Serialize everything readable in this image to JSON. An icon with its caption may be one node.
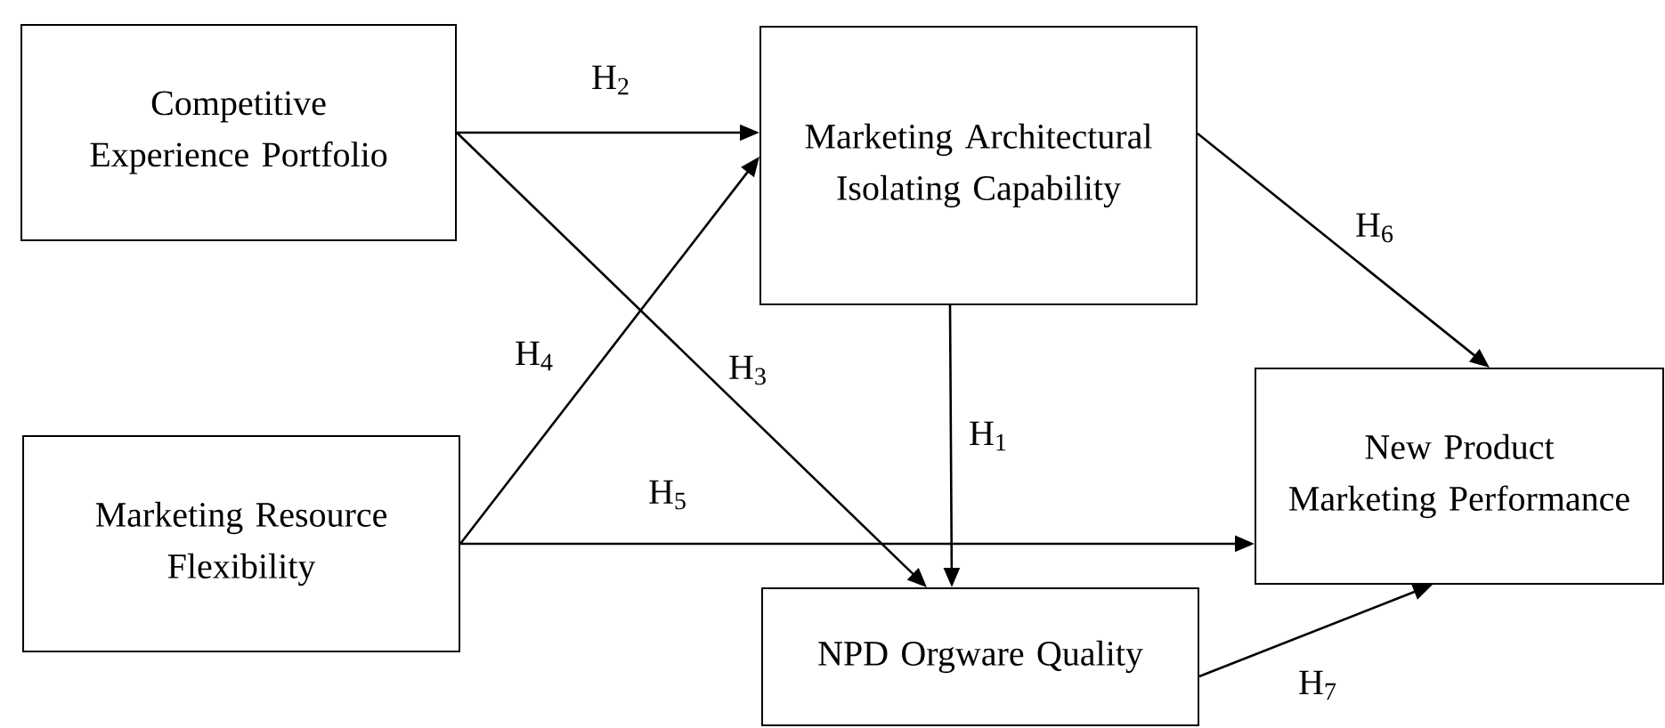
{
  "diagram": {
    "nodes": [
      {
        "text": [
          "Competitive Experience Portfolio"
        ]
      },
      {
        "text": [
          "Marketing Architectural Isolating Capability"
        ]
      },
      {
        "text": [
          "Marketing Resource Flexibility"
        ]
      },
      {
        "text": [
          "NPD Orgware Quality"
        ]
      },
      {
        "text": [
          "New Product Marketing Performance"
        ]
      }
    ],
    "edges": [
      {
        "from": 0,
        "to": 1,
        "arrow": "to",
        "label": "H$_{2}$"
      },
      {
        "from": 0,
        "to": 3,
        "arrow": "to",
        "label": "H$_{3}$"
      },
      {
        "from": 2,
        "to": 1,
        "arrow": "to",
        "label": "H$_{4}$"
      },
      {
        "from": 2,
        "to": 4,
        "arrow": "to",
        "label": "H$_{5}$"
      },
      {
        "from": 1,
        "to": 3,
        "arrow": "to",
        "label": "H$_{1}$"
      },
      {
        "from": 1,
        "to": 4,
        "arrow": "to",
        "label": "H$_{6}$"
      },
      {
        "from": 3,
        "to": 4,
        "arrow": "to",
        "label": "H$_{7}$"
      }
    ]
  }
}
